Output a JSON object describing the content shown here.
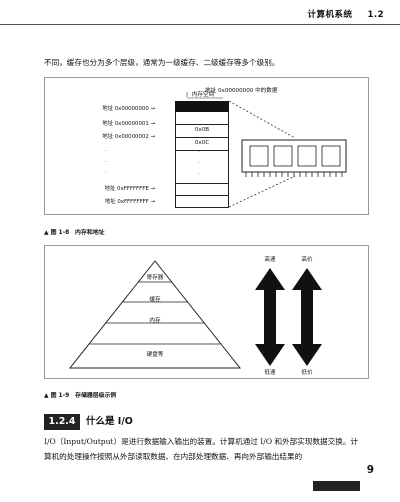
{
  "header": {
    "chapter_title": "计算机系统",
    "section": "1.2"
  },
  "intro_text": "不同，缓存也分为多个层级，通常为一级缓存、二级缓存等多个级别。",
  "figure_1_8": {
    "memory_space_label": "内存空间",
    "callout": "地址 0x00000000 中的数据",
    "addresses": [
      "地址 0x00000000 →",
      "地址 0x00000001 →",
      "地址 0x00000002 →",
      "地址 0xFFFFFFFE →",
      "地址 0xFFFFFFFF →"
    ],
    "cell_values": [
      "0x0B",
      "0x0C"
    ],
    "caption": "▲ 图 1-8　内存和地址"
  },
  "figure_1_9": {
    "pyramid_levels": [
      "寄存器",
      "缓存",
      "内存",
      "硬盘等"
    ],
    "left_arrow": {
      "top": "高速",
      "bottom": "低速"
    },
    "right_arrow": {
      "top": "高价",
      "bottom": "低价"
    },
    "caption": "▲ 图 1-9　存储器层级示例"
  },
  "section": {
    "number": "1.2.4",
    "title": "什么是 I/O"
  },
  "io_paragraph": "I/O（Input/Output）是进行数据输入输出的装置。计算机通过 I/O 和外部实现数据交换。计算机的处理操作按照从外部读取数据、在内部处理数据、再向外部输出结果的",
  "page_number": "9"
}
